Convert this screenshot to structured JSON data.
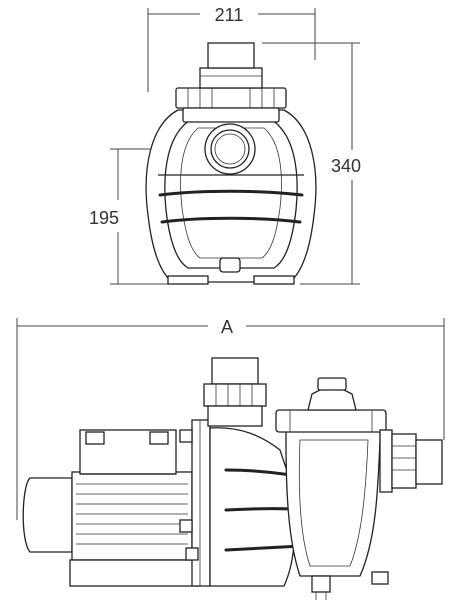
{
  "dimensions": {
    "width_label": "211",
    "height_label": "340",
    "inlet_height_label": "195",
    "length_label": "A"
  }
}
